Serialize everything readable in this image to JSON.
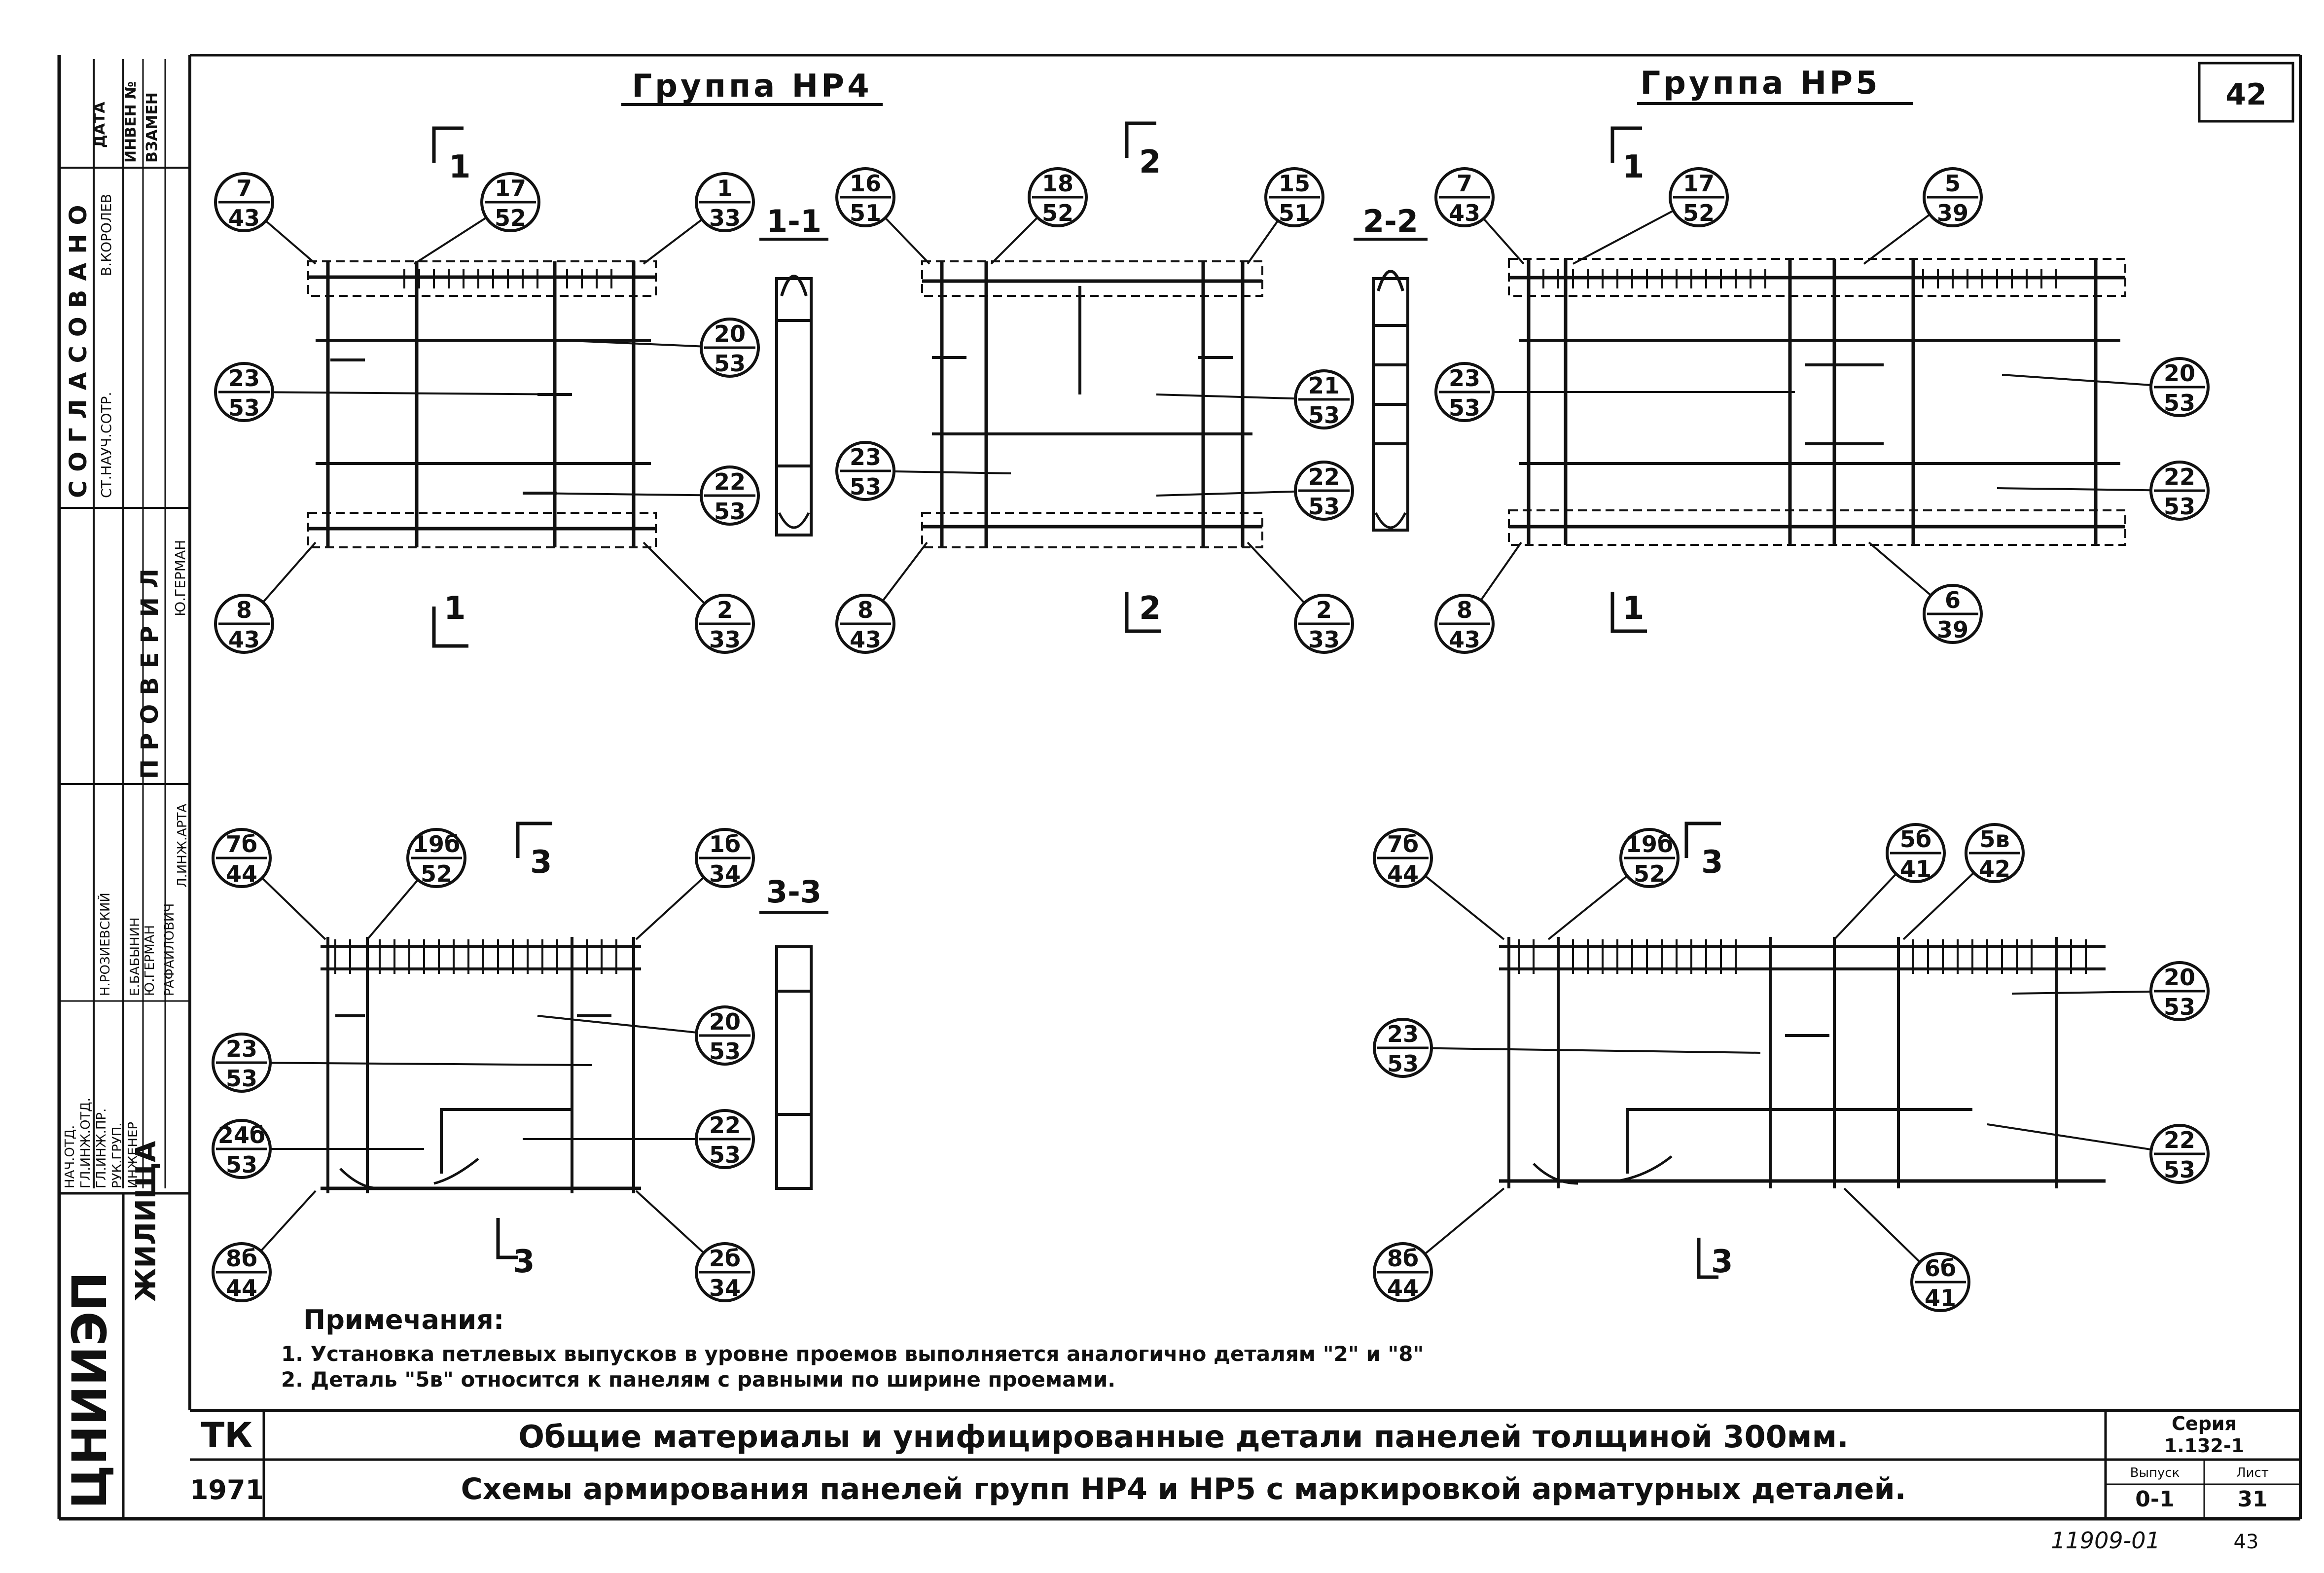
{
  "sheet": {
    "page_number": "42",
    "bottom_number": "43",
    "archive_number": "11909-01"
  },
  "side_stamp": {
    "org": "ЦНИИЭП",
    "org_type": "ЖИЛИЩА",
    "approvals_header": "СОГЛАСОВАНО",
    "approvals_role": "СТ.НАУЧ.СОТР.",
    "approvals_name": "В.КОРОЛЕВ",
    "top_headers": [
      "ДАТА",
      "ИНВЕН №",
      "ВЗАМЕН"
    ],
    "checked_header": "ПРОВЕРИЛ",
    "checked_name": "Ю.ГЕРМАН",
    "roles": [
      "НАЧ.ОТД.",
      "ГЛ.ИНЖ.ОТД.",
      "ГЛ.ИНЖ.ПР.",
      "РУК.ГРУП.",
      "ИНЖЕНЕР"
    ],
    "names": [
      "Н.РОЗИЕВСКИЙ",
      "Е.БАБЫНИН",
      "Ю.ГЕРМАН",
      "РАФАИЛОВИЧ",
      "Л.ИНЖ.АРТА"
    ]
  },
  "groups": {
    "left": "Группа НР4",
    "right": "Группа НР5"
  },
  "sections": {
    "s1": "1-1",
    "s2": "2-2",
    "s3": "3-3",
    "cut1": "1",
    "cut2": "2",
    "cut3": "3"
  },
  "callouts": {
    "a1": [
      "7",
      "43"
    ],
    "a2": [
      "17",
      "52"
    ],
    "a3": [
      "1",
      "33"
    ],
    "a4": [
      "20",
      "53"
    ],
    "a5": [
      "23",
      "53"
    ],
    "a6": [
      "22",
      "53"
    ],
    "a7": [
      "8",
      "43"
    ],
    "a8": [
      "2",
      "33"
    ],
    "b1": [
      "16",
      "51"
    ],
    "b2": [
      "18",
      "52"
    ],
    "b3": [
      "15",
      "51"
    ],
    "b4": [
      "21",
      "53"
    ],
    "b5": [
      "23",
      "53"
    ],
    "b6": [
      "22",
      "53"
    ],
    "b7": [
      "8",
      "43"
    ],
    "b8": [
      "2",
      "33"
    ],
    "c1": [
      "7",
      "43"
    ],
    "c2": [
      "17",
      "52"
    ],
    "c3": [
      "5",
      "39"
    ],
    "c4": [
      "23",
      "53"
    ],
    "c5": [
      "20",
      "53"
    ],
    "c6": [
      "22",
      "53"
    ],
    "c7": [
      "8",
      "43"
    ],
    "c8": [
      "6",
      "39"
    ],
    "d1": [
      "7б",
      "44"
    ],
    "d2": [
      "19б",
      "52"
    ],
    "d3": [
      "1б",
      "34"
    ],
    "d4": [
      "23",
      "53"
    ],
    "d5": [
      "20",
      "53"
    ],
    "d6": [
      "24б",
      "53"
    ],
    "d7": [
      "22",
      "53"
    ],
    "d8": [
      "8б",
      "44"
    ],
    "d9": [
      "2б",
      "34"
    ],
    "e1": [
      "7б",
      "44"
    ],
    "e2": [
      "19б",
      "52"
    ],
    "e3": [
      "5б",
      "41"
    ],
    "e4": [
      "5в",
      "42"
    ],
    "e5": [
      "20",
      "53"
    ],
    "e6": [
      "23",
      "53"
    ],
    "e7": [
      "22",
      "53"
    ],
    "e8": [
      "8б",
      "44"
    ],
    "e9": [
      "6б",
      "41"
    ]
  },
  "notes": {
    "heading": "Примечания:",
    "n1": "1. Установка петлевых выпусков в уровне проемов выполняется аналогично деталям \"2\" и \"8\"",
    "n2": "2. Деталь \"5в\" относится к панелям с равными по ширине проемами."
  },
  "title_block": {
    "code": "ТК",
    "year": "1971",
    "line1": "Общие материалы и унифицированные детали панелей толщиной 300мм.",
    "line2": "Схемы армирования панелей групп НР4 и НР5 с маркировкой арматурных деталей.",
    "series_label": "Серия",
    "series_value": "1.132-1",
    "issue_label": "Выпуск",
    "issue_value": "0-1",
    "sheet_label": "Лист",
    "sheet_value": "31"
  }
}
